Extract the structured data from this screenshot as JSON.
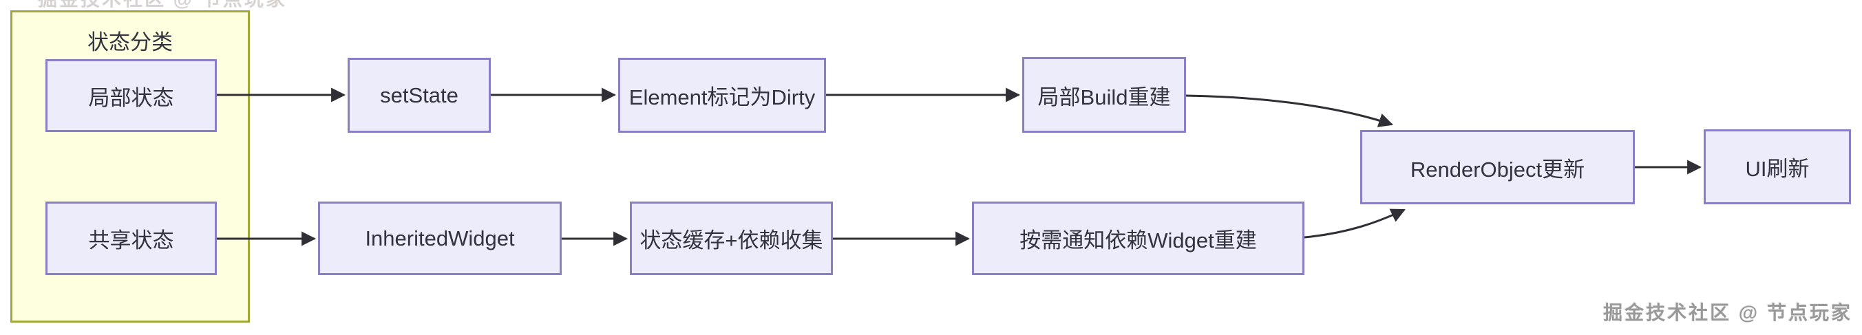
{
  "group": {
    "title": "状态分类"
  },
  "nodes": {
    "local_state": "局部状态",
    "shared_state": "共享状态",
    "set_state": "setState",
    "element_dirty": "Element标记为Dirty",
    "local_build": "局部Build重建",
    "render_object": "RenderObject更新",
    "ui_refresh": "UI刷新",
    "inherited_widget": "InheritedWidget",
    "state_cache": "状态缓存+依赖收集",
    "notify_rebuild": "按需通知依赖Widget重建"
  },
  "edges": [
    {
      "from": "局部状态",
      "to": "setState"
    },
    {
      "from": "setState",
      "to": "Element标记为Dirty"
    },
    {
      "from": "Element标记为Dirty",
      "to": "局部Build重建"
    },
    {
      "from": "局部Build重建",
      "to": "RenderObject更新"
    },
    {
      "from": "RenderObject更新",
      "to": "UI刷新"
    },
    {
      "from": "共享状态",
      "to": "InheritedWidget"
    },
    {
      "from": "InheritedWidget",
      "to": "状态缓存+依赖收集"
    },
    {
      "from": "状态缓存+依赖收集",
      "to": "按需通知依赖Widget重建"
    },
    {
      "from": "按需通知依赖Widget重建",
      "to": "RenderObject更新"
    }
  ],
  "watermark": {
    "text": "掘金技术社区 @ 节点玩家"
  },
  "colors": {
    "group_fill": "#feffde",
    "group_border": "#a0a83c",
    "node_fill": "#ececfa",
    "node_border": "#8a7fc5",
    "arrow": "#2f2f35",
    "text": "#33333d",
    "watermark": "#999999"
  }
}
